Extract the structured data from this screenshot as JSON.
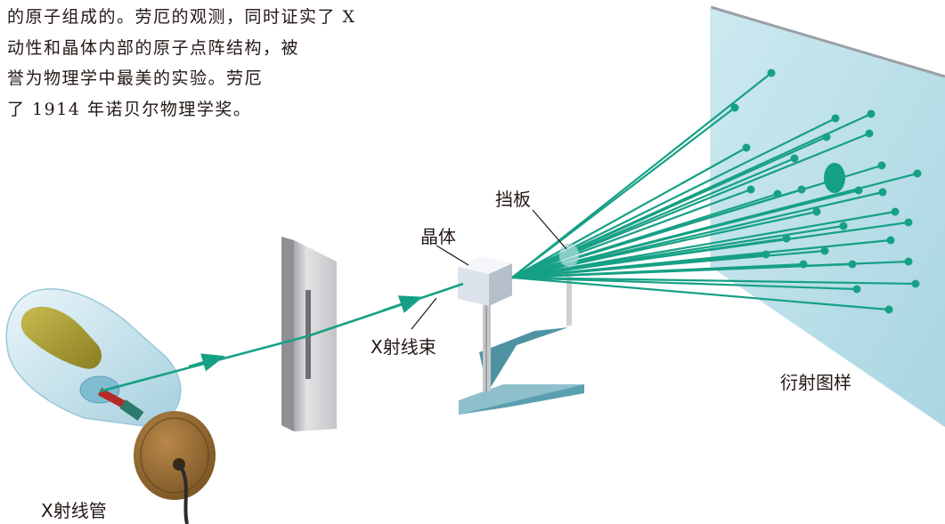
{
  "paragraph": {
    "lines": [
      "的原子组成的。劳厄的观测，同时证实了 X",
      "动性和晶体内部的原子点阵结构，被",
      "誉为物理学中最美的实验。劳厄",
      "了 1914 年诺贝尔物理学奖。"
    ]
  },
  "labels": {
    "xray_tube": "X射线管",
    "xray_beam": "X射线束",
    "crystal": "晶体",
    "baffle": "挡板",
    "diffraction_pattern": "衍射图样"
  },
  "colors": {
    "beam": "#16a085",
    "screen": "#b9dfe8",
    "slit_plate": "#cfd0d3",
    "stand": "#4f93a3",
    "crystal": "#e9edf2",
    "text": "#231815"
  }
}
